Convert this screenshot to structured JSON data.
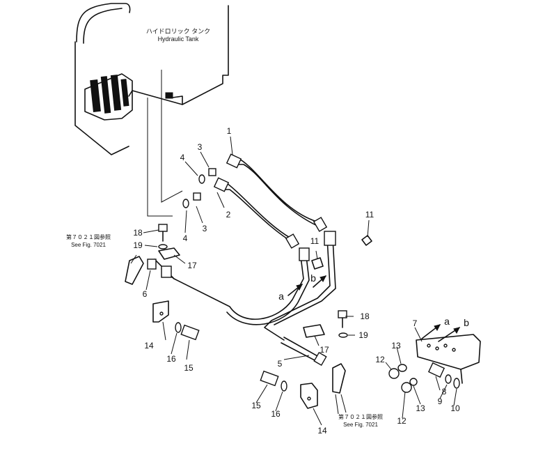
{
  "tank": {
    "label_jp": "ハイドロリック タンク",
    "label_en": "Hydraulic Tank"
  },
  "callouts": {
    "n1": "1",
    "n2": "2",
    "n3a": "3",
    "n3b": "3",
    "n4a": "4",
    "n4b": "4",
    "n5": "5",
    "n6": "6",
    "n7": "7",
    "n8": "8",
    "n9": "9",
    "n10": "10",
    "n11a": "11",
    "n11b": "11",
    "n12a": "12",
    "n12b": "12",
    "n13a": "13",
    "n13b": "13",
    "n14a": "14",
    "n14b": "14",
    "n15a": "15",
    "n15b": "15",
    "n16a": "16",
    "n16b": "16",
    "n17a": "17",
    "n17b": "17",
    "n18a": "18",
    "n18b": "18",
    "n19a": "19",
    "n19b": "19"
  },
  "refs": {
    "left_jp": "第７０２１図参照",
    "left_en": "See Fig. 7021",
    "bottom_jp": "第７０２１図参照",
    "bottom_en": "See Fig. 7021"
  },
  "letters": {
    "a1": "a",
    "b1": "b",
    "a2": "a",
    "b2": "b"
  }
}
